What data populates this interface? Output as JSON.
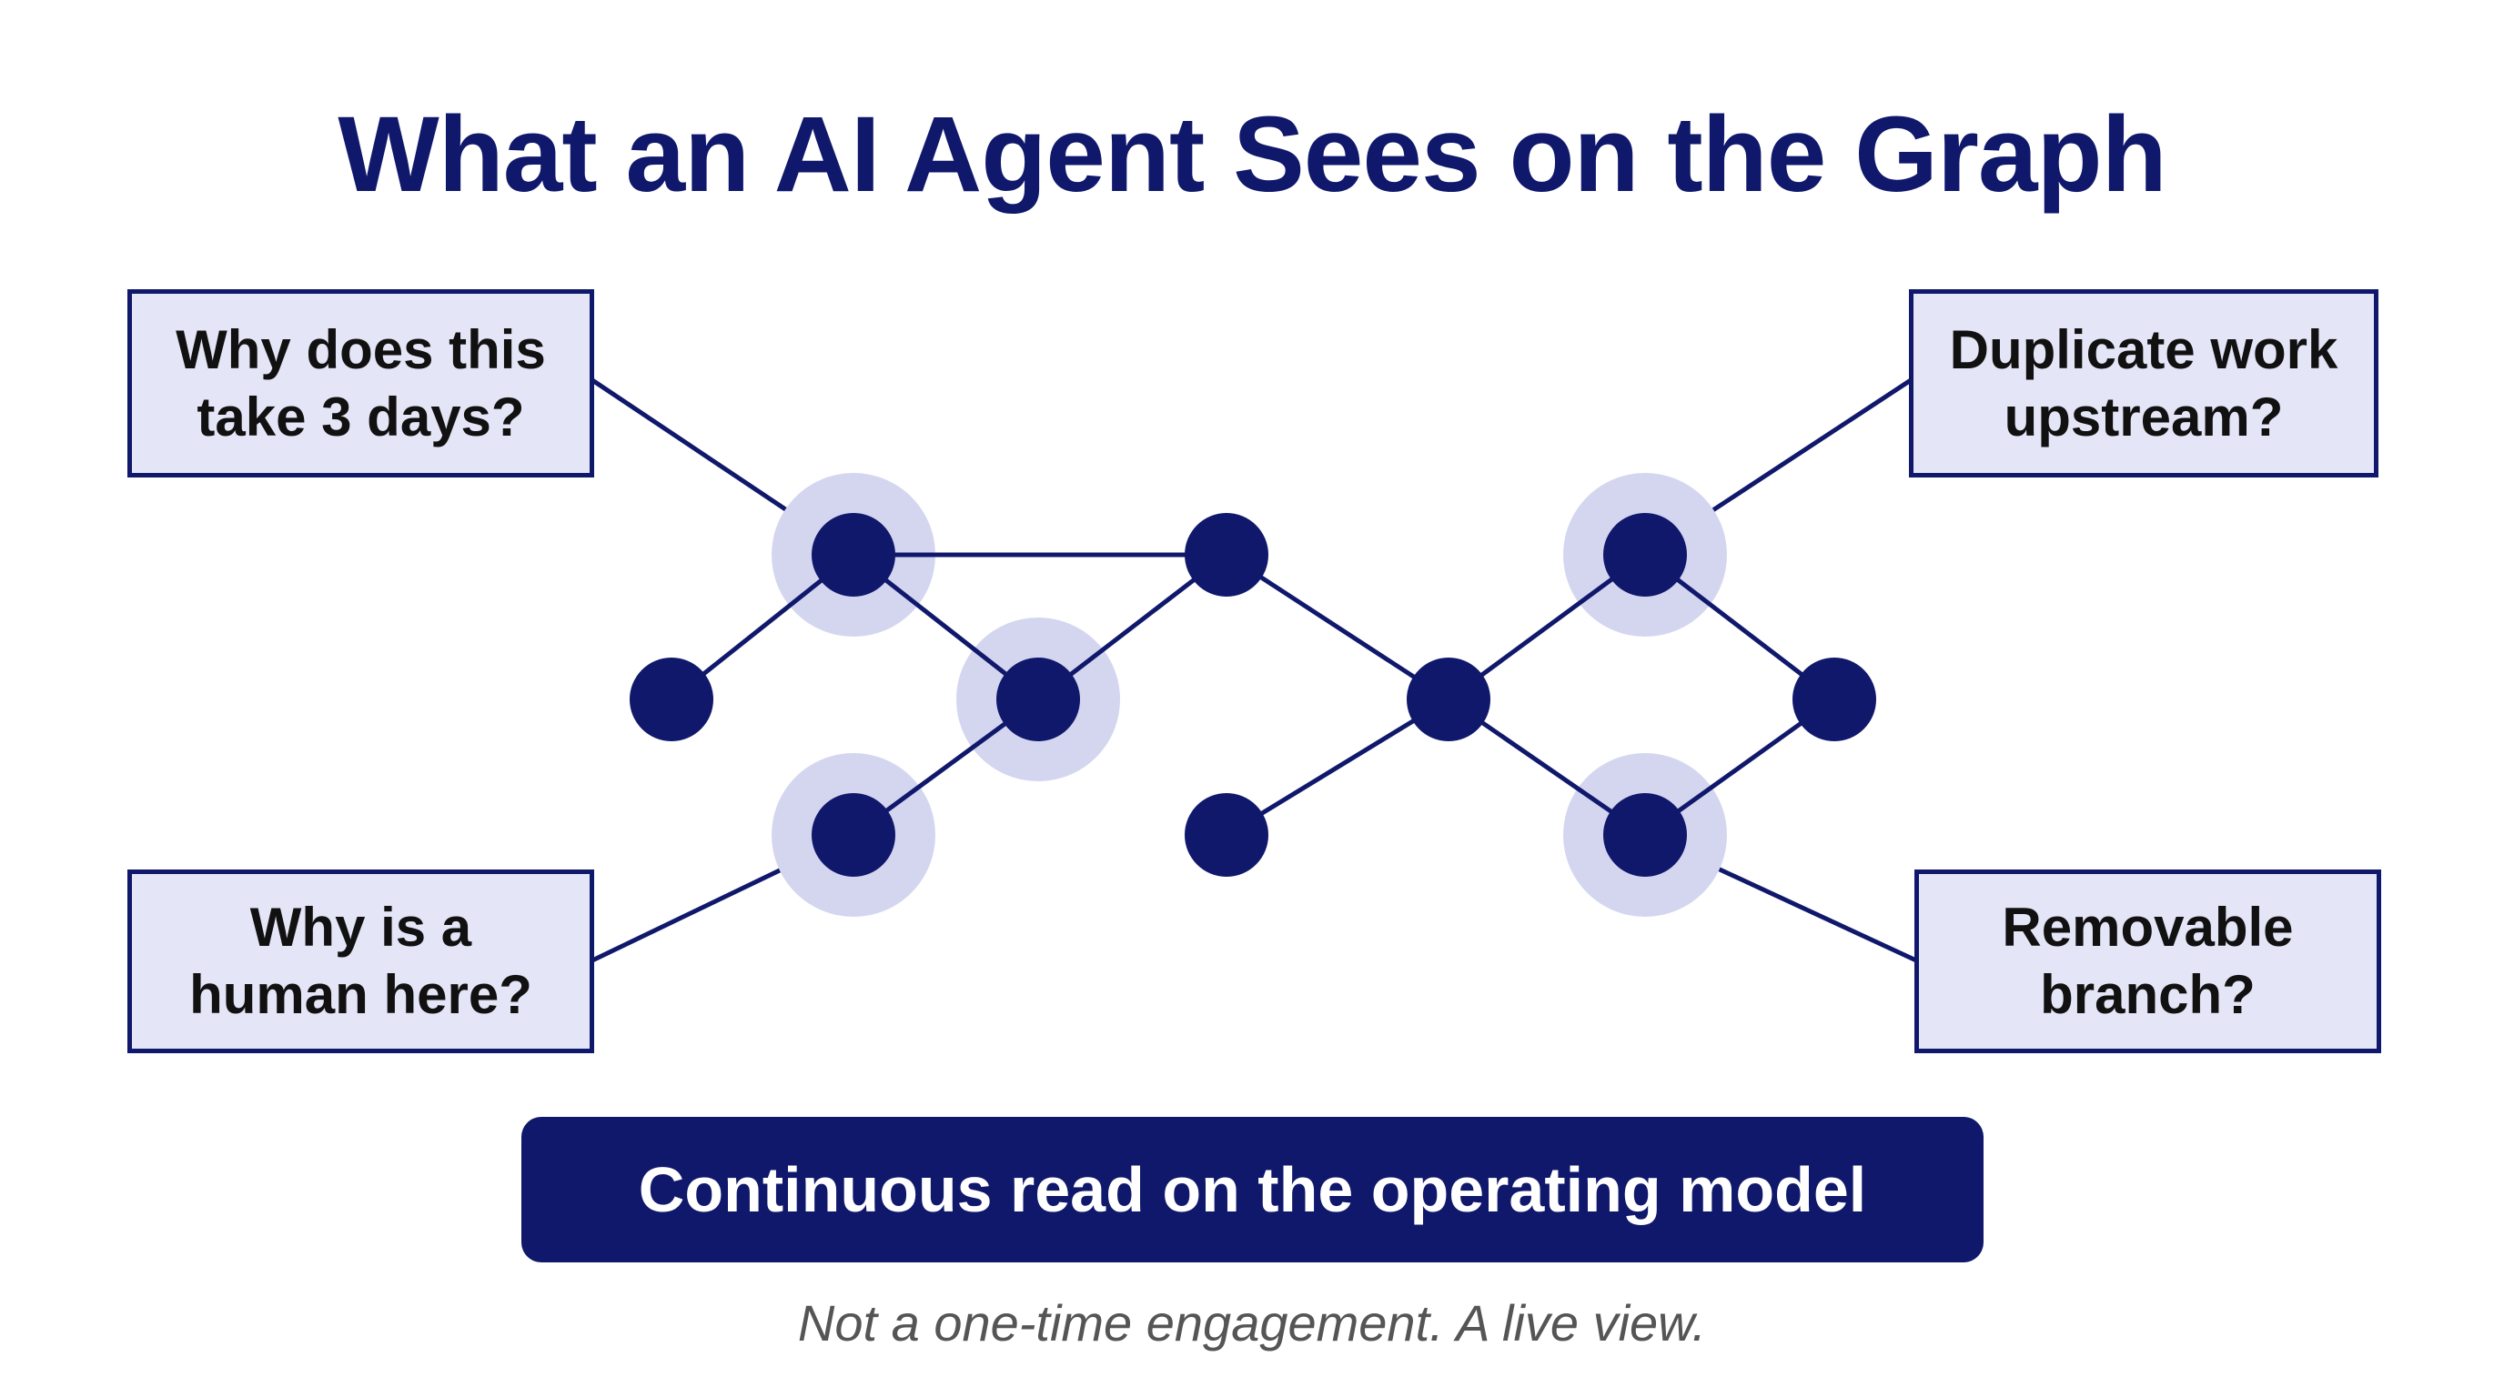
{
  "title": "What an AI Agent Sees on the Graph",
  "callouts": [
    {
      "line1": "Why does this",
      "line2": "take 3 days?"
    },
    {
      "line1": "Why is a",
      "line2": "human here?"
    },
    {
      "line1": "Duplicate work",
      "line2": "upstream?"
    },
    {
      "line1": "Removable",
      "line2": "branch?"
    }
  ],
  "banner": "Continuous read on the operating model",
  "subtitle": "Not a one-time engagement. A live view.",
  "colors": {
    "navy": "#10186b",
    "highlight_halo": "#d4d6f0",
    "callout_fill": "#e4e5f6",
    "subtitle_gray": "#555555"
  }
}
